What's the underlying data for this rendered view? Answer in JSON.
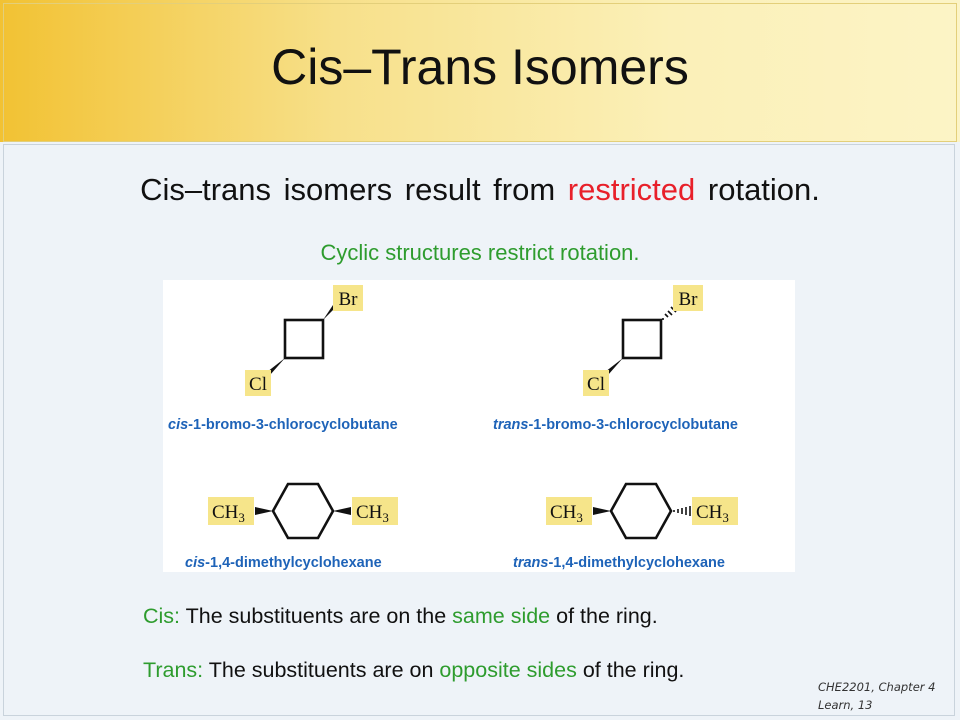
{
  "slide": {
    "title": "Cis–Trans Isomers",
    "headline": {
      "before": "Cis–trans isomers result from ",
      "highlight": "restricted",
      "after": " rotation."
    },
    "subtitle": "Cyclic structures restrict rotation.",
    "definitions": [
      {
        "term": "Cis:",
        "before": " The substituents are on the ",
        "highlight": "same side",
        "after": " of the ring."
      },
      {
        "term": "Trans:",
        "before": " The substituents are on ",
        "highlight": "opposite sides",
        "after": " of the ring."
      }
    ],
    "footer": {
      "line1": "CHE2201, Chapter 4",
      "line2": "Learn, 13"
    }
  },
  "figure": {
    "molecules": [
      {
        "prefix": "cis",
        "rest": "-1-bromo-3-chlorocyclobutane",
        "sub_top": "Br",
        "sub_bottom": "Cl"
      },
      {
        "prefix": "trans",
        "rest": "-1-bromo-3-chlorocyclobutane",
        "sub_top": "Br",
        "sub_bottom": "Cl"
      },
      {
        "prefix": "cis",
        "rest": "-1,4-dimethylcyclohexane",
        "sub_left": "CH",
        "sub_left_sub": "3",
        "sub_right": "CH",
        "sub_right_sub": "3"
      },
      {
        "prefix": "trans",
        "rest": "-1,4-dimethylcyclohexane",
        "sub_left": "CH",
        "sub_left_sub": "3",
        "sub_right": "CH",
        "sub_right_sub": "3"
      }
    ]
  },
  "colors": {
    "highlight_red": "#e8202a",
    "green": "#2e9c2e",
    "caption_blue": "#1e63b8",
    "label_box_yellow": "#f6e58a"
  }
}
